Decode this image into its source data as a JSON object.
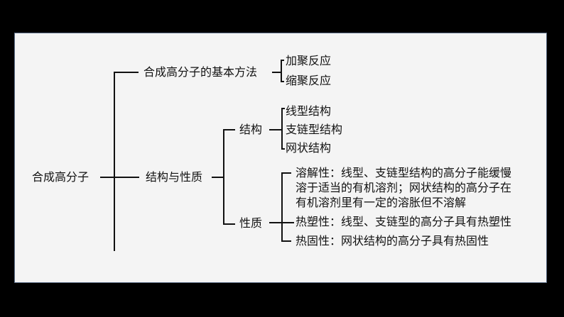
{
  "root": "合成高分子",
  "branches": {
    "methods": {
      "label": "合成高分子的基本方法",
      "items": [
        "加聚反应",
        "缩聚反应"
      ]
    },
    "structure_property": {
      "label": "结构与性质",
      "structure": {
        "label": "结构",
        "items": [
          "线型结构",
          "支链型结构",
          "网状结构"
        ]
      },
      "property": {
        "label": "性质",
        "items": [
          {
            "lines": [
              "溶解性：线型、支链型结构的高分子能缓慢",
              "溶于适当的有机溶剂；网状结构的高分子在",
              "有机溶剂里有一定的溶胀但不溶解"
            ]
          },
          {
            "lines": [
              "热塑性：线型、支链型的高分子具有热塑性"
            ]
          },
          {
            "lines": [
              "热固性：网状结构的高分子具有热固性"
            ]
          }
        ]
      }
    }
  }
}
